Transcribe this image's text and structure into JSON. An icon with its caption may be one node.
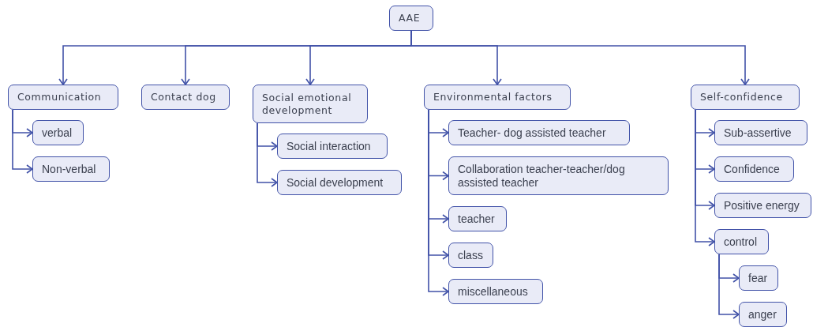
{
  "diagram": {
    "nodes": [
      {
        "text": [
          "AAE"
        ]
      },
      {
        "text": [
          "Communication"
        ]
      },
      {
        "text": [
          "Contact dog"
        ]
      },
      {
        "text": [
          "Social emotional development"
        ]
      },
      {
        "text": [
          "Environmental factors"
        ]
      },
      {
        "text": [
          "Self-confidence"
        ]
      },
      {
        "text": [
          "verbal"
        ]
      },
      {
        "text": [
          "Non-verbal"
        ]
      },
      {
        "text": [
          "Social interaction"
        ]
      },
      {
        "text": [
          "Social development"
        ]
      },
      {
        "text": [
          "Teacher- dog assisted teacher"
        ]
      },
      {
        "text": [
          "Collaboration teacher-teacher/dog assisted teacher"
        ]
      },
      {
        "text": [
          "teacher"
        ]
      },
      {
        "text": [
          "class"
        ]
      },
      {
        "text": [
          "miscellaneous"
        ]
      },
      {
        "text": [
          "Sub-assertive"
        ]
      },
      {
        "text": [
          "Confidence"
        ]
      },
      {
        "text": [
          "Positive energy"
        ]
      },
      {
        "text": [
          "control"
        ]
      },
      {
        "text": [
          "fear"
        ]
      },
      {
        "text": [
          "anger"
        ]
      }
    ],
    "edges": [
      {
        "from": 0,
        "to": 1,
        "arrow": "to"
      },
      {
        "from": 0,
        "to": 2,
        "arrow": "to"
      },
      {
        "from": 0,
        "to": 3,
        "arrow": "to"
      },
      {
        "from": 0,
        "to": 4,
        "arrow": "to"
      },
      {
        "from": 0,
        "to": 5,
        "arrow": "to"
      },
      {
        "from": 1,
        "to": 6,
        "arrow": "to"
      },
      {
        "from": 1,
        "to": 7,
        "arrow": "to"
      },
      {
        "from": 3,
        "to": 8,
        "arrow": "to"
      },
      {
        "from": 3,
        "to": 9,
        "arrow": "to"
      },
      {
        "from": 4,
        "to": 10,
        "arrow": "to"
      },
      {
        "from": 4,
        "to": 11,
        "arrow": "to"
      },
      {
        "from": 4,
        "to": 12,
        "arrow": "to"
      },
      {
        "from": 4,
        "to": 13,
        "arrow": "to"
      },
      {
        "from": 4,
        "to": 14,
        "arrow": "to"
      },
      {
        "from": 5,
        "to": 15,
        "arrow": "to"
      },
      {
        "from": 5,
        "to": 16,
        "arrow": "to"
      },
      {
        "from": 5,
        "to": 17,
        "arrow": "to"
      },
      {
        "from": 5,
        "to": 18,
        "arrow": "to"
      },
      {
        "from": 18,
        "to": 19,
        "arrow": "to"
      },
      {
        "from": 18,
        "to": 20,
        "arrow": "to"
      }
    ]
  }
}
